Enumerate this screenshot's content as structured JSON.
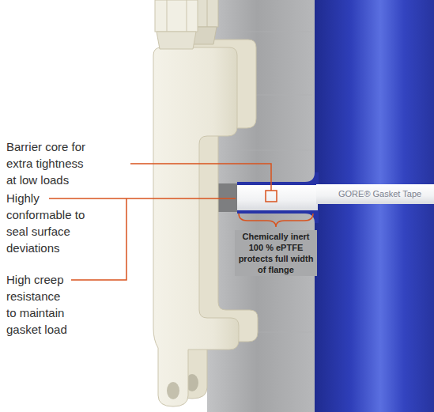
{
  "diagram": {
    "labels": [
      "Barrier core for extra tightness at low loads",
      "Highly conformable to seal surface deviations",
      "High creep resistance to maintain gasket load",
      "Chemically inert 100 % ePTFE protects full width of flange",
      "GORE® Gasket Tape"
    ]
  }
}
